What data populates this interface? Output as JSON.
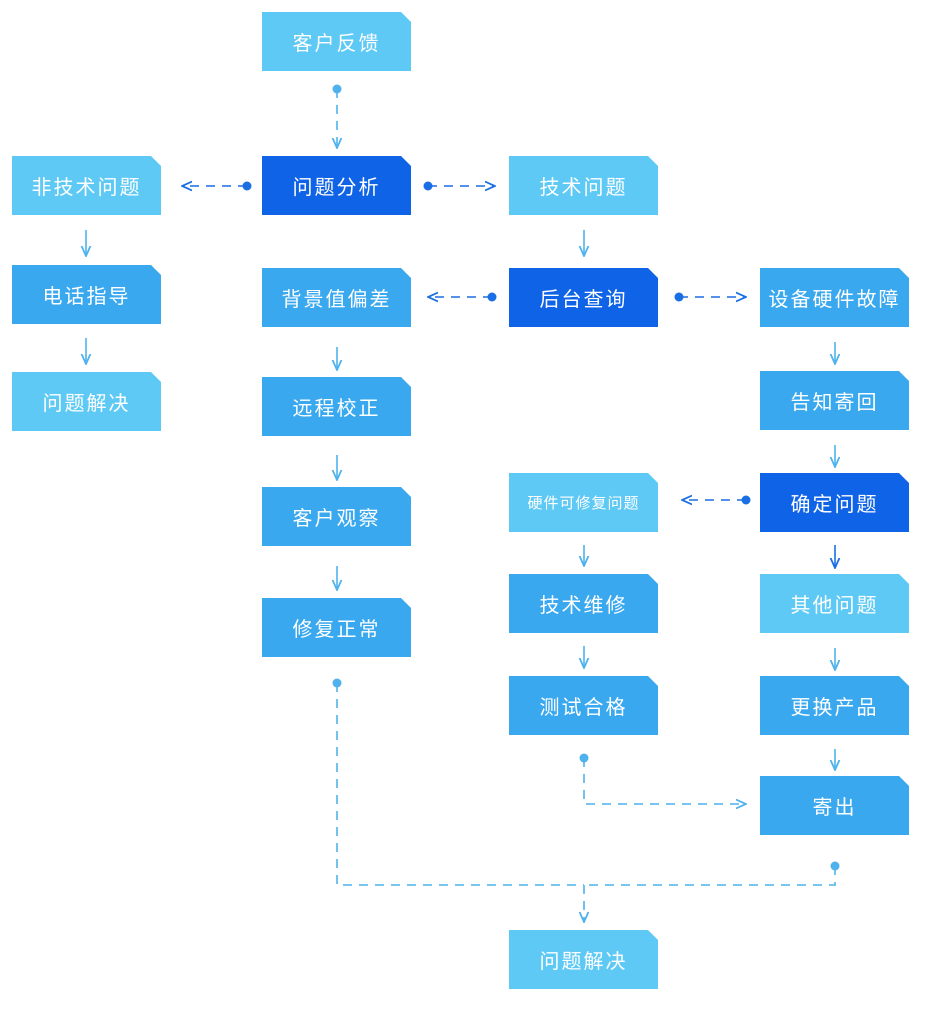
{
  "colors": {
    "light": "#5ec9f5",
    "mid": "#3aa8ef",
    "dark": "#0f63e6",
    "edge_light": "#4fb2ec",
    "edge_dark": "#1b6fe4"
  },
  "nodes": {
    "customer_feedback": "客户反馈",
    "problem_analysis": "问题分析",
    "non_technical": "非技术问题",
    "technical": "技术问题",
    "phone_guidance": "电话指导",
    "solved_left": "问题解决",
    "background_deviation": "背景值偏差",
    "backend_query": "后台查询",
    "device_hardware_fault": "设备硬件故障",
    "remote_calibration": "远程校正",
    "customer_observe": "客户观察",
    "repair_normal": "修复正常",
    "notify_return": "告知寄回",
    "confirm_problem": "确定问题",
    "hardware_repairable": "硬件可修复问题",
    "tech_repair": "技术维修",
    "other_problem": "其他问题",
    "test_pass": "测试合格",
    "replace_product": "更换产品",
    "ship_out": "寄出",
    "solved_bottom": "问题解决"
  }
}
